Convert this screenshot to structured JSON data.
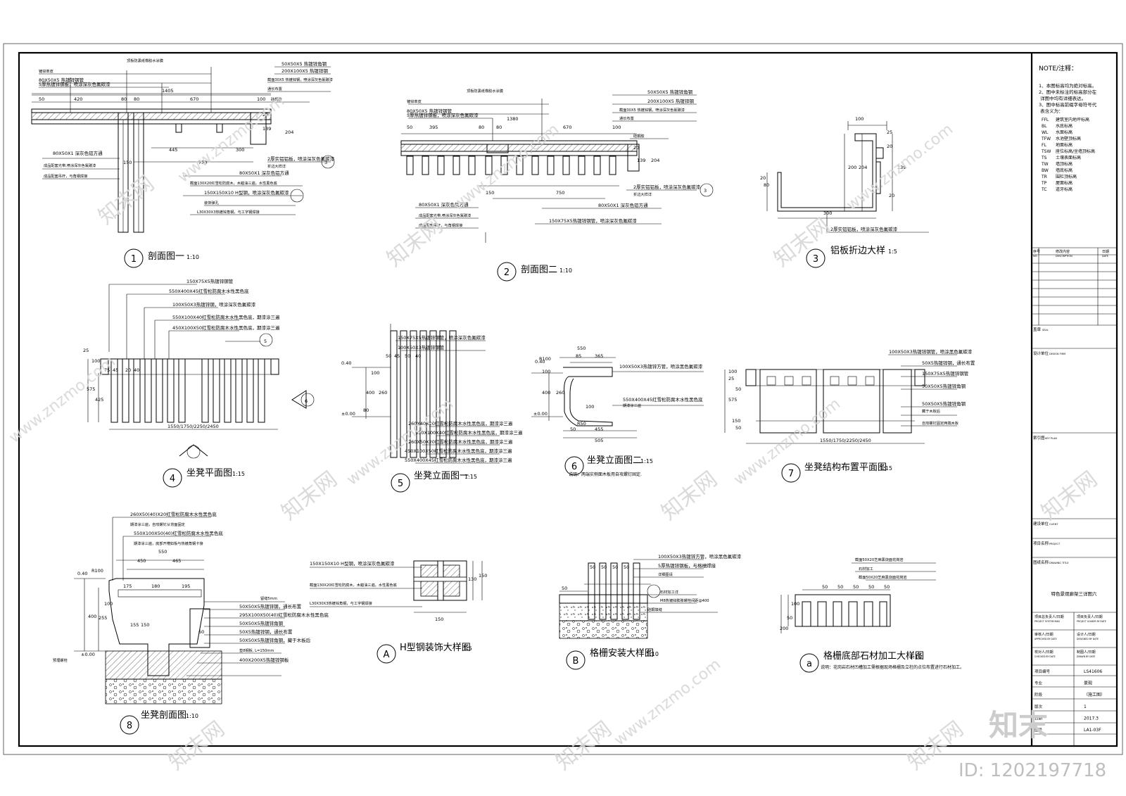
{
  "drawing": {
    "section1": {
      "title": "剖面图一",
      "num": "1",
      "scale": "1:10",
      "labels": [
        "镀锌萃皮",
        "顶板防黑纸橡胶水涂膜",
        "50X50X5 热镀锌角钢",
        "200X100X5 热镀锌钢",
        "80X50X5 热镀锌钢管",
        "截面30X5 热镀锌钢，喷涂深灰色氟碳漆",
        "5厚热镀锌钢板，喷涂深灰色氟碳漆",
        "通长布置",
        "硅酮胶",
        "1405",
        "420",
        "80",
        "80",
        "670",
        "100",
        "50",
        "20",
        "139",
        "204",
        "445",
        "300",
        "750",
        "150",
        "80X50X1 深灰色铝方通",
        "成品配套光带,喷涂深灰色氟碳漆",
        "成品配套吊杆，与角钢焊接",
        "80X50X1 深灰色铝方通",
        "截面130X20红雪松防腐木，木蜡油三遍，水性黑色底",
        "150X150X10 H型钢，喷涂深灰色氟碳漆",
        "装饰弹孔",
        "L30X30X3热镀锌角钢，与工字钢焊接",
        "2厚实铝铝板，喷涂深灰色氟碳漆",
        "折边大样详",
        "3"
      ]
    },
    "section2": {
      "title": "剖面图二",
      "num": "2",
      "scale": "1:10",
      "labels": [
        "镀锌萃皮",
        "顶板防黑纸橡胶水涂膜",
        "50X50X5 热镀锌角钢",
        "200X100X5 热镀锌钢",
        "80X50X5 热镀锌钢管",
        "截面30X5 热镀锌钢，喷涂深灰色氟碳漆",
        "5厚热镀锌钢板，喷涂深灰色氟碳漆",
        "通长布置",
        "硅酮胶",
        "1380",
        "395",
        "80",
        "80",
        "670",
        "100",
        "50",
        "20",
        "139",
        "204",
        "750",
        "150",
        "80X50X1 深灰色铝方通",
        "成品配套光带,喷涂深灰色氟碳漆",
        "成品配套吊杆，与角钢焊接",
        "80X50X1 深灰色铝方通",
        "150X75X5热镀锌钢管，喷涂深灰色氟碳漆",
        "2厚实铝铝板，喷涂深灰色氟碳漆",
        "折边大样详",
        "3"
      ]
    },
    "detail3": {
      "title": "铝板折边大样",
      "num": "3",
      "scale": "1:5",
      "labels": [
        "100",
        "25",
        "20",
        "200",
        "204",
        "139",
        "20",
        "80",
        "300",
        "20",
        "2厚实铝铝板，喷涂深灰色氟碳漆"
      ]
    },
    "plan4": {
      "title": "坐凳平面图",
      "num": "4",
      "scale": "1:15",
      "labels": [
        "150X75X5热镀锌钢管",
        "550X400X45红雪松防腐木水性黑色底",
        "100X50X3热镀锌钢，喷涂深灰色氟碳漆",
        "550X100X40红雪松防腐木水性黑色底，期漆涂三遍",
        "450X100X50红雪松防腐木水性黑色底，期漆涂三遍",
        "1550/1750/2250/2450",
        "75",
        "45",
        "20",
        "40",
        "575",
        "425",
        "25",
        "100",
        "5",
        "6"
      ]
    },
    "elev5": {
      "title": "坐凳立面图一",
      "num": "5",
      "scale": "1:15",
      "labels": [
        "150X75X5热镀锌钢管，喷涂深灰色氟碳漆",
        "100X50X3热镀锌钢管",
        "50",
        "45",
        "50",
        "40",
        "0.40",
        "±0.00",
        "100",
        "400",
        "260",
        "80",
        "260X40X20红雪松防腐木水性黑色底，期漆涂三遍",
        "550X100X40红雪松防腐木水性黑色底，期漆涂三遍",
        "260X50X20红雪松防腐木水性黑色底，期漆涂三遍",
        "450X100X50红雪松防腐木水性黑色底，期漆涂三遍",
        "550X400X45红雪松防腐木水性黑色底，期漆涂三遍"
      ]
    },
    "elev6": {
      "title": "坐凳立面图二",
      "num": "6",
      "scale": "1:15",
      "note": "说明：两端实侧面木板用自攻螺钉固定.",
      "labels": [
        "550",
        "85",
        "365",
        "R100",
        "0.40",
        "±0.00",
        "100",
        "400",
        "260",
        "100X50X3热镀锌方管，喷涂黑色氟碳漆",
        "550X400X45红雪松防腐木水性黑色底",
        "期漆涂三遍",
        "R50",
        "100",
        "50",
        "455",
        "505"
      ]
    },
    "plan7": {
      "title": "坐凳结构布置平面图",
      "num": "7",
      "scale": "1:15",
      "labels": [
        "100X50X3热镀锌钢管，喷涂黑色氟碳漆",
        "50X5热镀锌钢，通长布置",
        "150X75X5热镀锌钢管",
        "50X50X5热镀锌角钢",
        "50X50X5热镀锌角钢",
        "藏于木板后",
        "自攻螺钉固定两端木板",
        "1550/1750/2250/2450",
        "100",
        "25",
        "50",
        "575",
        "150",
        "50"
      ]
    },
    "section8": {
      "title": "坐凳剖面图",
      "num": "8",
      "scale": "1:10",
      "labels": [
        "260X50(40)X20红雪松防腐木水性黑色底",
        "期漆涂三遍，自攻螺钉从背面固定",
        "550X100X50(40)红雪松防腐木水性黑色底",
        "期漆涂三遍，底部开槽如板与热镀角钢卡接",
        "550",
        "450",
        "465",
        "0.40",
        "R100",
        "175",
        "180",
        "195",
        "留缝5mm",
        "50X50X5热镀锌钢，通长布置",
        "295X100X50(40)红雪松防腐木水性黑色底",
        "50X50X5热镀锌角钢",
        "50X5热镀锌钢，通长布置",
        "50X50X5热镀锌角钢，藏于木板后",
        "垫8钢板, L=150mm",
        "400X200X5热镀锌钢板",
        "预埋螺栓",
        "±0.00",
        "400",
        "255",
        "100",
        "155",
        "150",
        "60"
      ]
    },
    "detailA": {
      "title": "H型钢装饰大样图",
      "num": "A",
      "scale": "1:5",
      "labels": [
        "150X150X10 H型钢，喷涂深灰色氟碳漆",
        "截面130X20红雪松防腐木，木蜡油三遍，水性黑色底",
        "L30X30X3热镀锌角钢，与工字钢焊接",
        "150",
        "130",
        "150"
      ]
    },
    "detailB": {
      "title": "格栅安装大样图",
      "num": "B",
      "scale": "1:10",
      "labels": [
        "100X50X3热镀锌方管，喷涂黑色氟碳漆",
        "5厚热镀锌钢板，与格栅焊接",
        "详细图请",
        "石材加工详",
        "M8热镀锌膨胀螺栓间距@400",
        "硅酮填缝",
        "50",
        "50",
        "50",
        "50",
        "50"
      ]
    },
    "detailA2": {
      "title": "格栅底部石材加工大样图",
      "num": "a",
      "scale": "1:10",
      "note": "说明：花岗岩石材凹槽加工需根据现场格栅及立柱的点位布置进行石材加工。",
      "labels": [
        "截面50X20芝麻黑烧面花岗岩",
        "石材加工",
        "截面50X20芝麻黑烧面花岗岩",
        "50",
        "50",
        "50",
        "50",
        "50",
        "100",
        "50",
        "200"
      ]
    }
  },
  "sidebar": {
    "note_title": "NOTE/注释：",
    "notes": [
      "1、本图标高均为绝对标高。",
      "2、图中未标注的标高部分在",
      "   详图中均有详细表达。",
      "3、图中标高前缀字母符号代",
      "   表含义为："
    ],
    "abbr": [
      [
        "FFL",
        "建筑室内地坪标高"
      ],
      [
        "BL",
        "水底标高"
      ],
      [
        "WL",
        "水面标高"
      ],
      [
        "TFW",
        "水池壁顶标高"
      ],
      [
        "FL",
        "地面标高"
      ],
      [
        "TSW",
        "座位标高/坐墙顶标高"
      ],
      [
        "TS",
        "土壤表面标高"
      ],
      [
        "TW",
        "墙顶标高"
      ],
      [
        "BW",
        "墙底标高"
      ],
      [
        "TR",
        "围栏顶标高"
      ],
      [
        "TP",
        "屋面标高"
      ],
      [
        "TC",
        "道牙标高"
      ]
    ],
    "rev_headers": [
      "序号",
      "修改内容",
      "日期"
    ],
    "rev_sub": [
      "NO.",
      "DESCRIPTION",
      "DATE"
    ],
    "stamp": "盖章",
    "stamp_en": "SEAL",
    "design": "设计单位",
    "design_en": "DESIGN FIRM",
    "keyplan": "索引图",
    "keyplan_en": "KEY PLAN",
    "client": "建设单位",
    "client_en": "CLIENT",
    "project": "项目名称",
    "project_en": "PROJECT",
    "drawing_title": "图纸名称",
    "drawing_title_en": "DRAWING TITLE",
    "drawing_name": "特色景观廊架三详图六",
    "roles": [
      [
        "项目总负责人/日期",
        "项目负责人/日期"
      ],
      [
        "审核人/日期",
        "设计人/日期"
      ],
      [
        "校对人/日期",
        "制图人/日期"
      ]
    ],
    "roles_en": [
      [
        "PROJECT SYSTEM MAN",
        "PROJECT LEADER BY DATE"
      ],
      [
        "APPROVED BY DATE",
        "DESIGNED BY DATE"
      ],
      [
        "CHECKED BY DATE",
        "DRAWN BY DATE"
      ]
    ],
    "info_rows": [
      [
        "项目编号",
        "LS41606"
      ],
      [
        "专业",
        "景观"
      ],
      [
        "阶段",
        "（施工图）"
      ],
      [
        "版次",
        "1"
      ],
      [
        "日期",
        "2017.3"
      ],
      [
        "图号",
        "LA1-03F"
      ]
    ]
  },
  "watermark": {
    "brand": "知末",
    "id": "ID: 1202197718",
    "site": "www.znzmo.com",
    "site_cn": "知末网"
  },
  "colors": {
    "ink": "#000000",
    "watermark": "#d6d6d6",
    "background": "#ffffff"
  }
}
